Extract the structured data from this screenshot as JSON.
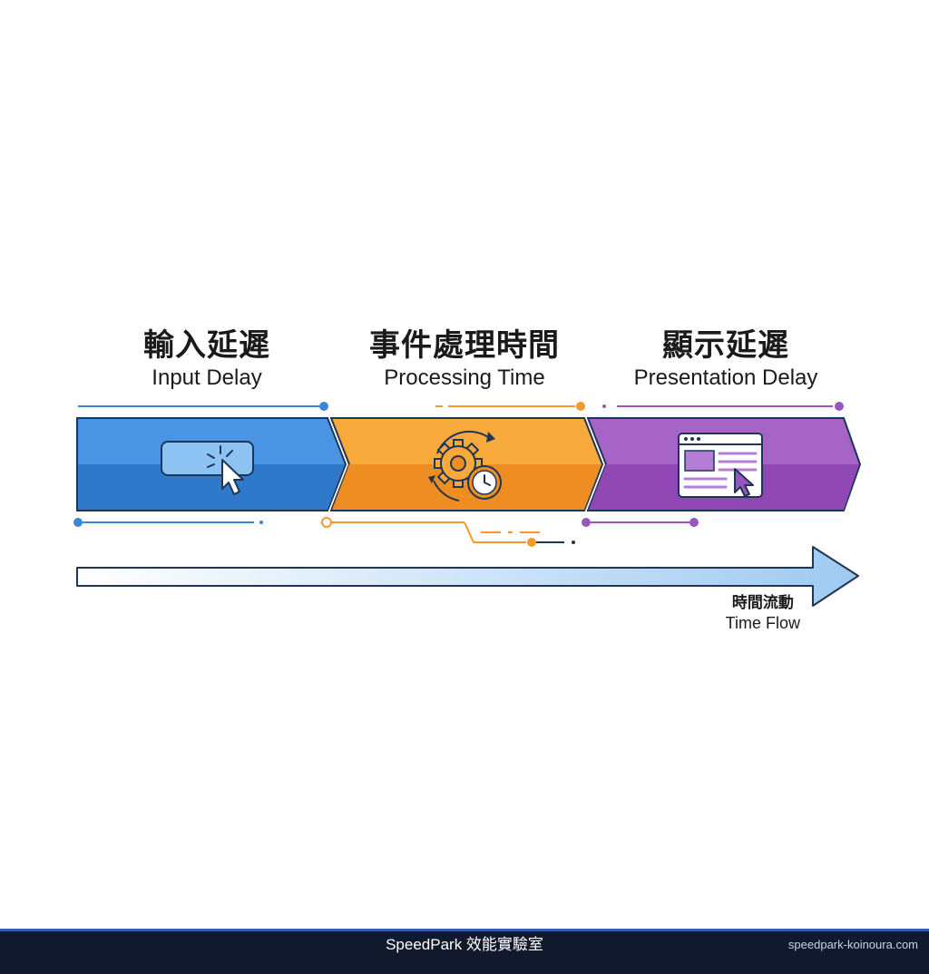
{
  "stages": [
    {
      "zh": "輸入延遲",
      "en": "Input Delay",
      "icon": "button-click-icon",
      "color": "#3b86d8"
    },
    {
      "zh": "事件處理時間",
      "en": "Processing Time",
      "icon": "gear-clock-icon",
      "color": "#f39a2b"
    },
    {
      "zh": "顯示延遲",
      "en": "Presentation Delay",
      "icon": "browser-window-icon",
      "color": "#9a55bd"
    }
  ],
  "time_flow": {
    "zh": "時間流動",
    "en": "Time Flow"
  },
  "footer": {
    "brand": "SpeedPark 效能實驗室",
    "site": "speedpark-koinoura.com",
    "background": "#111a2c"
  }
}
